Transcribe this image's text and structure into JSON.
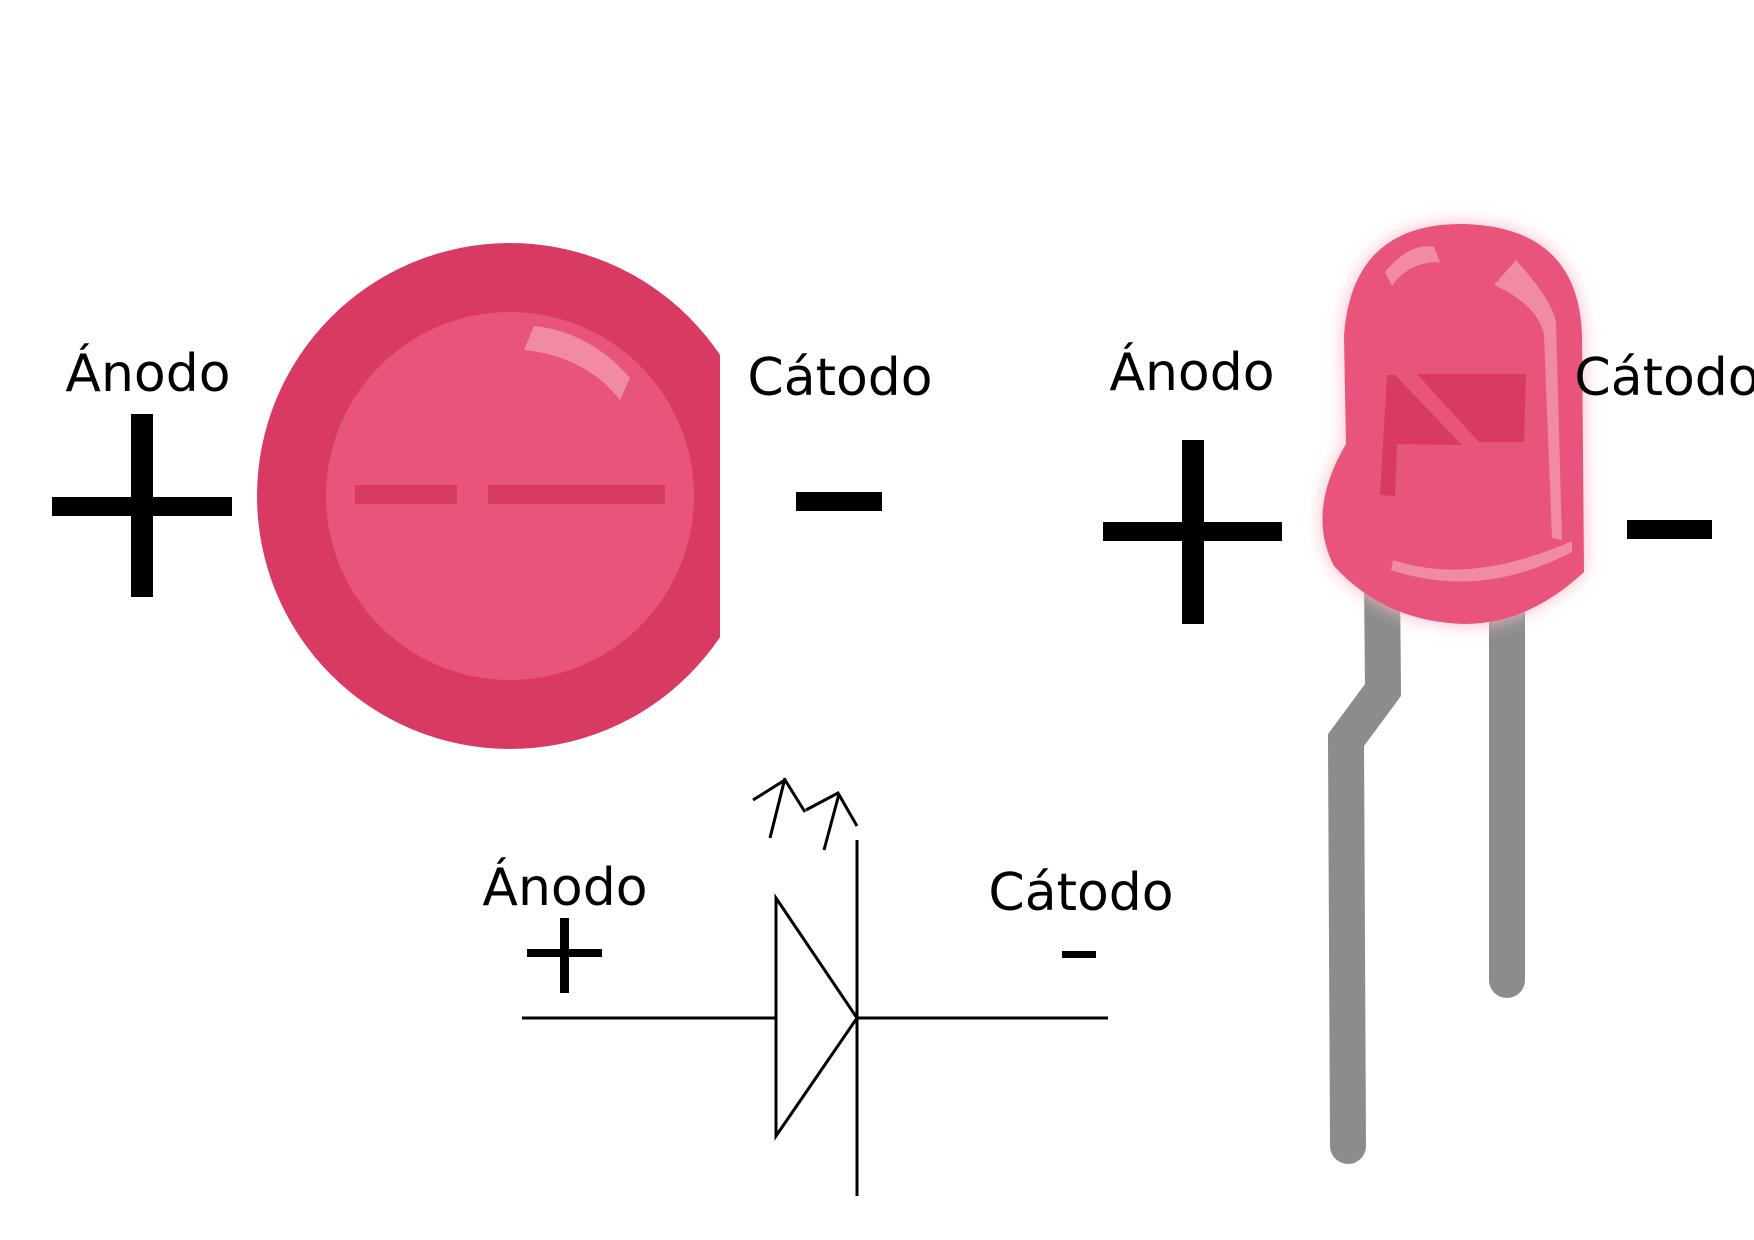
{
  "colors": {
    "body_dark": "#d83a63",
    "body_mid": "#e8547b",
    "highlight": "#f08aa5",
    "lead": "#8c8c8c",
    "glow": "#f6b9c8",
    "ink": "#000000"
  },
  "top_view": {
    "anode_label": "Ánodo",
    "anode_sign": "+",
    "cathode_label": "Cátodo",
    "cathode_sign": "–"
  },
  "side_view": {
    "anode_label": "Ánodo",
    "anode_sign": "+",
    "cathode_label": "Cátodo",
    "cathode_sign": "–"
  },
  "symbol": {
    "anode_label": "Ánodo",
    "anode_sign": "+",
    "cathode_label": "Cátodo",
    "cathode_sign": "-"
  }
}
